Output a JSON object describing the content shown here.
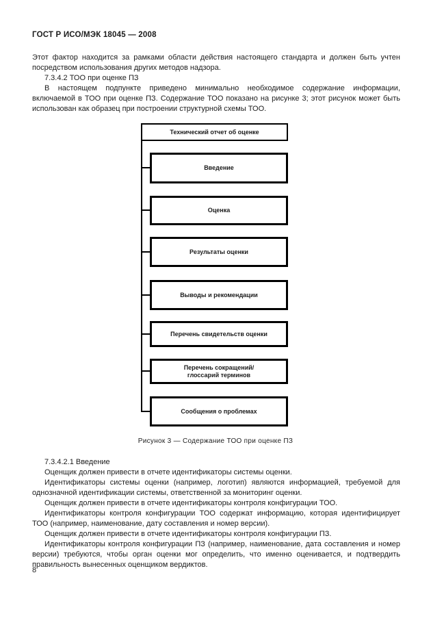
{
  "header": {
    "title": "ГОСТ Р ИСО/МЭК 18045 — 2008"
  },
  "intro": {
    "p1": "Этот фактор находится за рамками области действия настоящего стандарта и должен быть учтен посред­ством использования других методов надзора.",
    "p2": "7.3.4.2 ТОО при оценке ПЗ",
    "p3": "В настоящем подпункте приведено минимально необходимое содержание информации, включаемой в ТОО при оценке ПЗ. Содержание ТОО показано на рисунке 3; этот рисунок может быть использован как образец при построении структурной схемы ТОО."
  },
  "figure": {
    "root": "Технический отчет об оценке",
    "children": [
      "Введение",
      "Оценка",
      "Результаты оценки",
      "Выводы и рекомендации",
      "Перечень свидетельств оценки",
      "Перечень сокращений/\nглоссарий терминов",
      "Сообщения о проблемах"
    ],
    "caption": "Рисунок 3 — Содержание ТОО при оценке ПЗ"
  },
  "section": {
    "paragraphs": [
      "7.3.4.2.1 Введение",
      "Оценщик должен привести в отчете идентификаторы системы оценки.",
      "Идентификаторы системы оценки (например, логотип) являются информацией, требуемой для одно­значной идентификации системы, ответственной за мониторинг оценки.",
      "Оценщик должен привести в отчете идентификаторы контроля конфигурации ТОО.",
      "Идентификаторы контроля конфигурации ТОО содержат информацию, которая идентифицирует ТОО (например, наименование, дату составления и номер версии).",
      "Оценщик должен привести в отчете идентификаторы контроля конфигурации ПЗ.",
      "Идентификаторы контроля конфигурации ПЗ (например, наименование, дата составления и номер версии) требуются, чтобы орган оценки мог определить, что именно оценивается, и подтвердить правиль­ность  вынесенных оценщиком вердиктов."
    ]
  },
  "footer": {
    "page_number": "8"
  },
  "colors": {
    "background": "#ffffff",
    "text": "#1b1b1b",
    "diagram_border": "#000000"
  }
}
